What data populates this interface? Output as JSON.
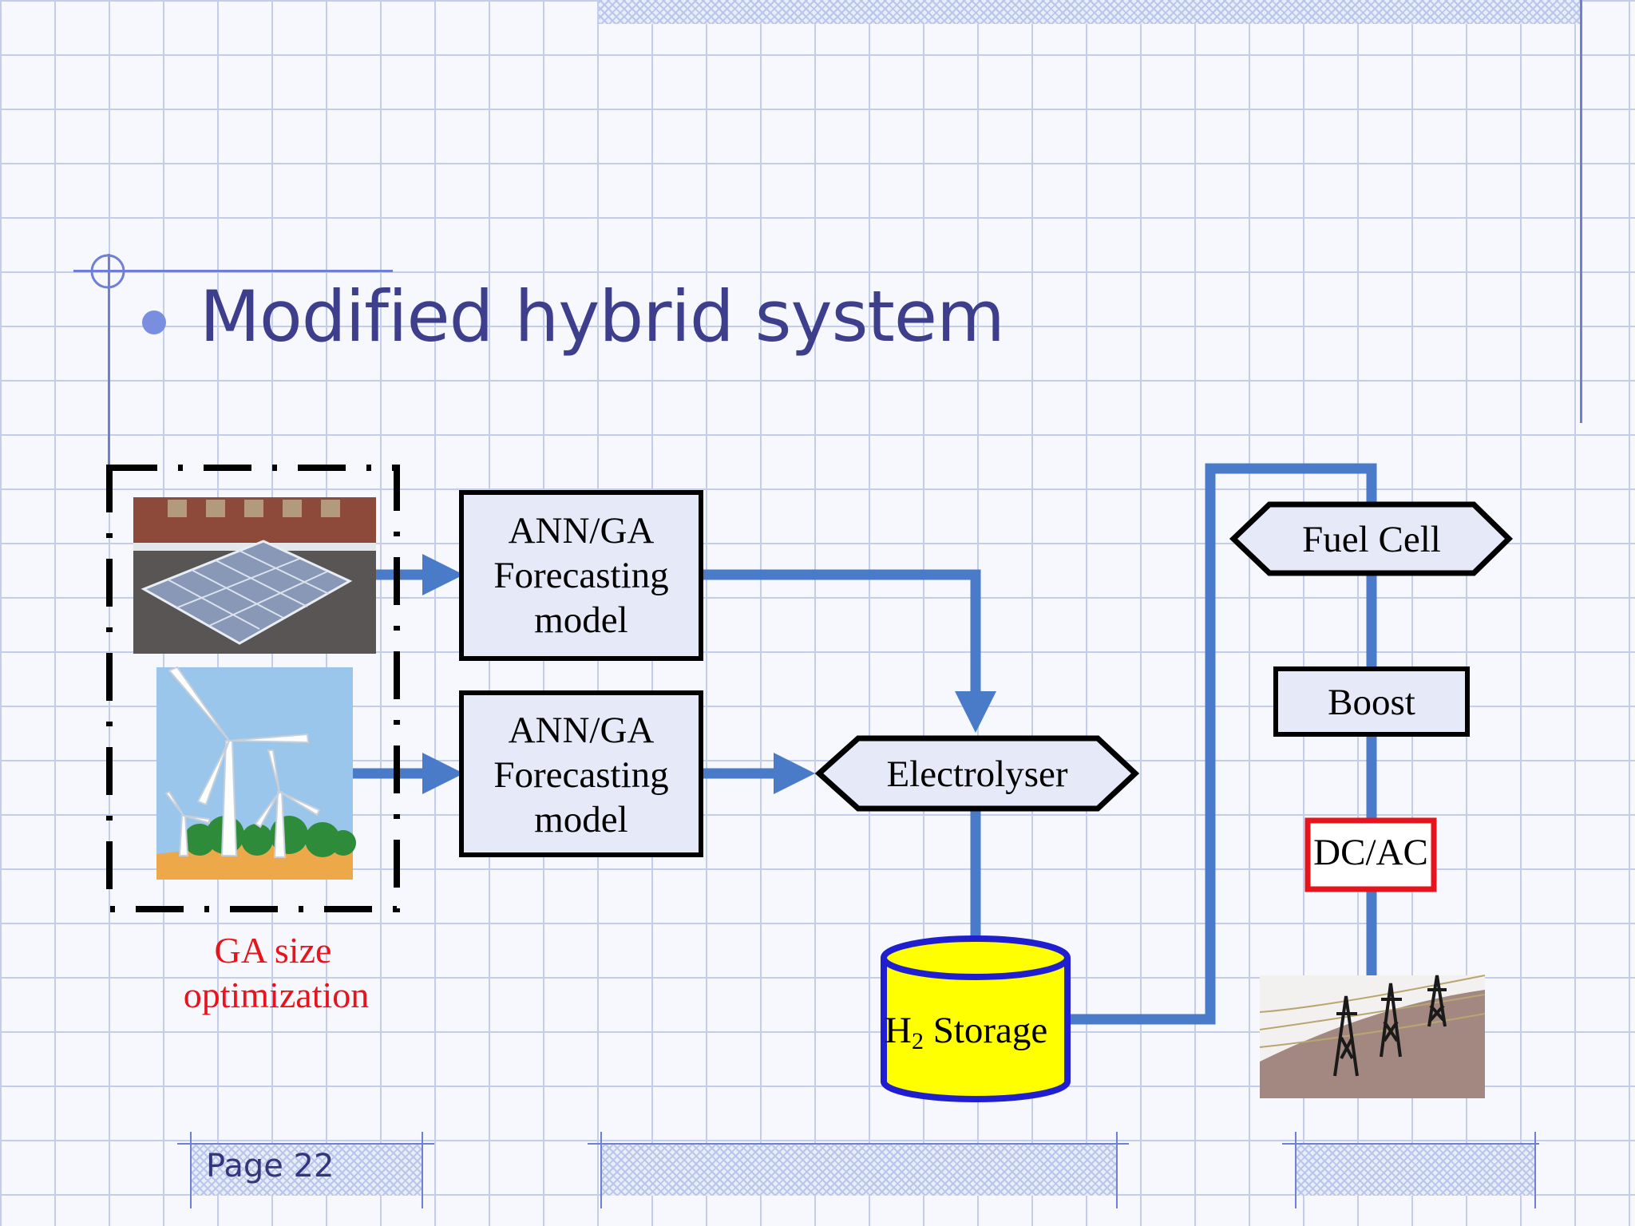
{
  "slide": {
    "title": "Modified hybrid system",
    "page_label": "Page 22"
  },
  "diagram": {
    "forecast_top_lines": [
      "ANN/GA",
      "Forecasting",
      "model"
    ],
    "forecast_bottom_lines": [
      "ANN/GA",
      "Forecasting",
      "model"
    ],
    "electrolyser": "Electrolyser",
    "h2_storage_h": "H",
    "h2_storage_sub": "2",
    "h2_storage_rest": " Storage",
    "fuel_cell": "Fuel Cell",
    "boost": "Boost",
    "dcac": "DC/AC",
    "ga_lines": [
      "GA size",
      "optimization"
    ]
  },
  "colors": {
    "flow_line": "#4a7bc8",
    "box_fill": "#e6e9f7",
    "storage_fill": "#ffff00",
    "storage_stroke": "#1f1fcf",
    "dcac_stroke": "#e8141c",
    "title": "#3e3f8c"
  },
  "icons": [
    "solar-panel-image",
    "wind-turbine-image",
    "power-pylon-image"
  ]
}
